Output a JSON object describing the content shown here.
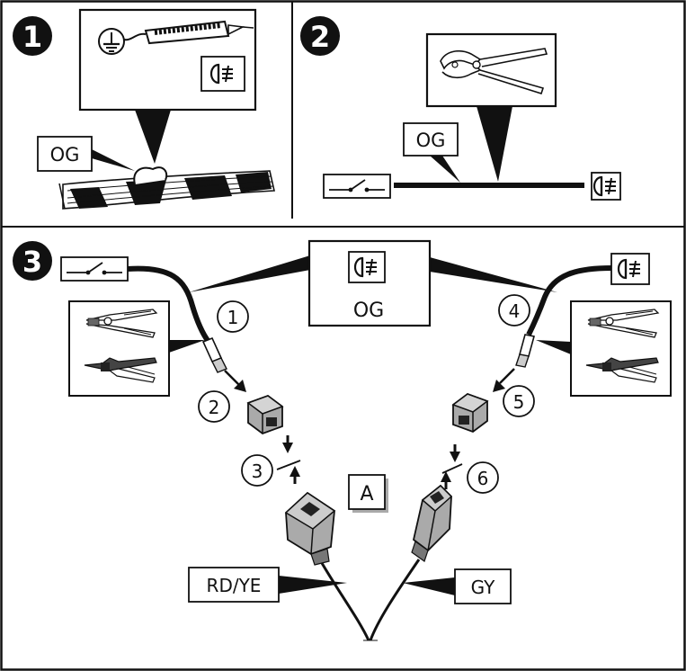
{
  "panels": {
    "p1": {
      "step": "1",
      "wire_label": "OG"
    },
    "p2": {
      "step": "2",
      "wire_label": "OG"
    },
    "p3": {
      "step": "3",
      "callout_label": "OG",
      "left_steps": [
        "1",
        "2",
        "3"
      ],
      "right_steps": [
        "4",
        "5",
        "6"
      ],
      "center_label": "A",
      "wire_left": "RD/YE",
      "wire_right": "GY"
    }
  },
  "icons": {
    "ground": "ground-icon",
    "test_light": "test-light-icon",
    "fog_lamp": "fog-lamp-icon",
    "switch": "switch-icon",
    "side_cutter": "side-cutter-icon",
    "crimp_tool": "crimp-tool-icon",
    "connector": "connector-icon"
  },
  "colors": {
    "ink": "#111111",
    "shade": "#999999",
    "paper": "#ffffff"
  }
}
